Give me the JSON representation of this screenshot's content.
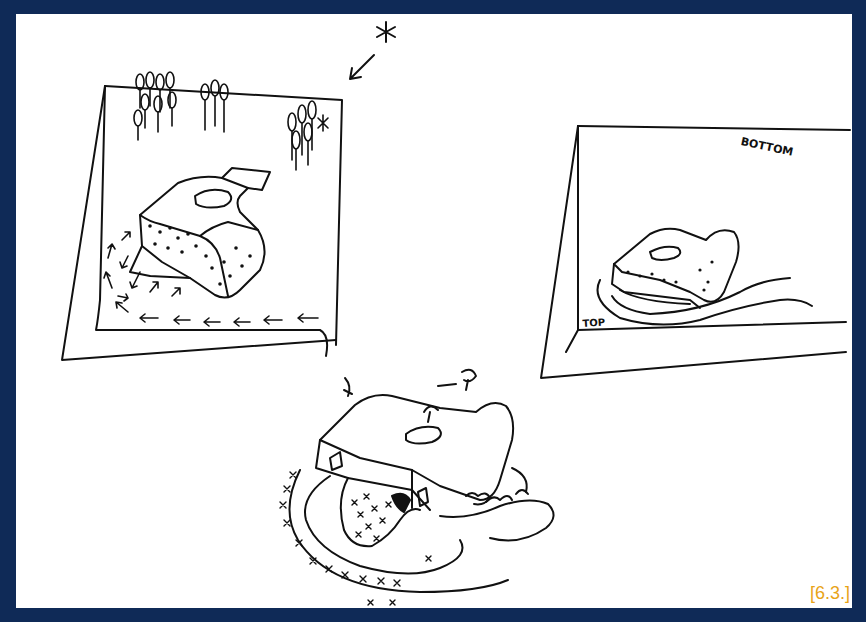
{
  "diagram": {
    "labels": [
      "BOTTOM",
      "TOP",
      "[6.3.]"
    ]
  }
}
